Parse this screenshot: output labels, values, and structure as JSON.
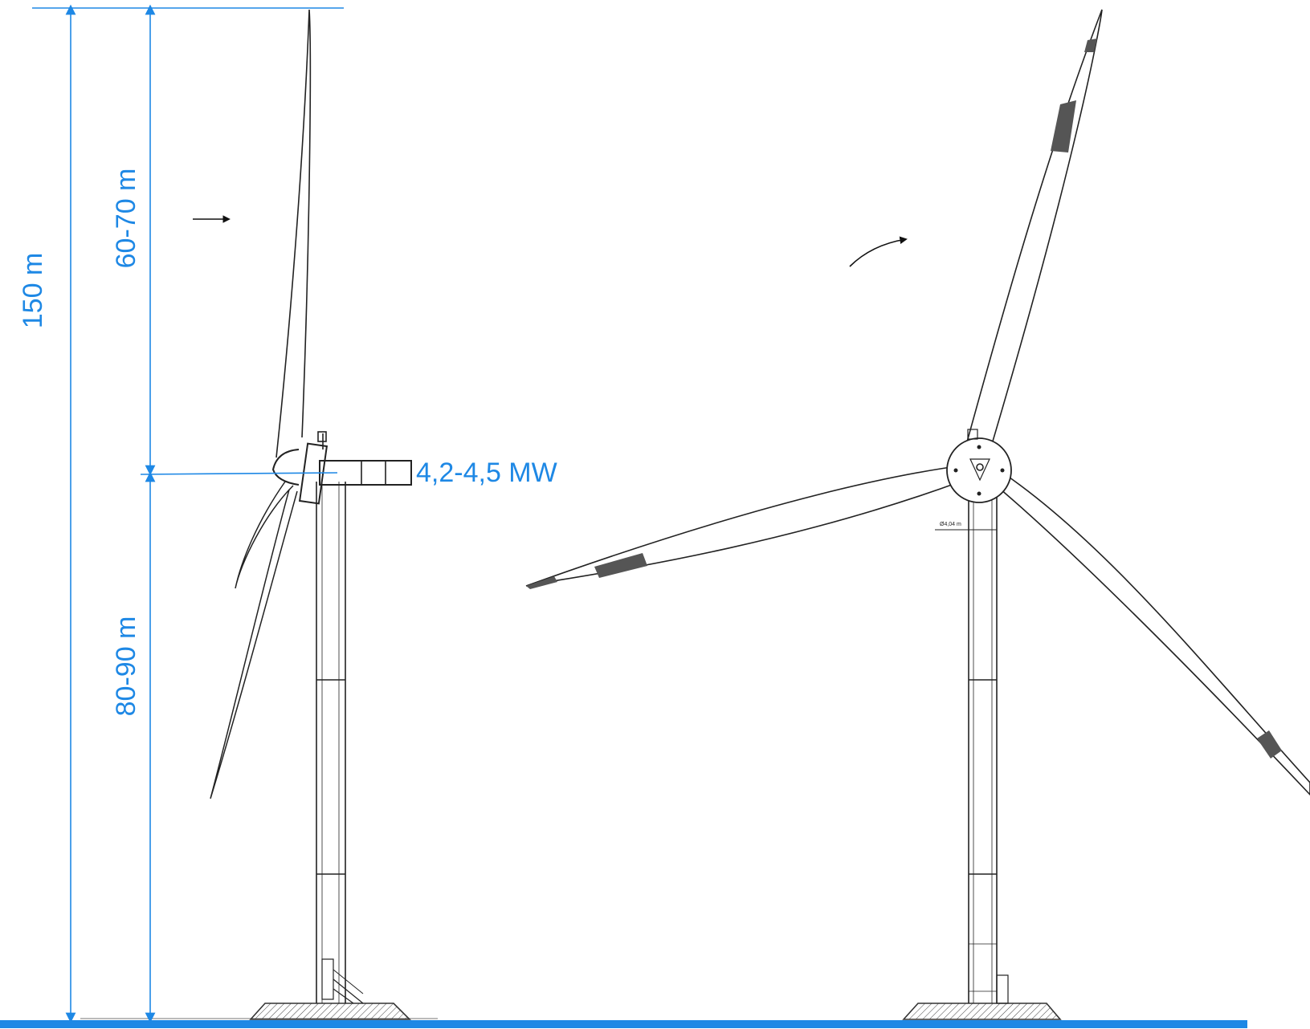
{
  "dimensions": {
    "total_height": "150 m",
    "rotor_radius": "60-70 m",
    "hub_height": "80-90 m",
    "power_rating": "4,2-4,5 MW",
    "tower_diameter": "Ø4,04 m"
  },
  "colors": {
    "dimension": "#1e88e5",
    "ground": "#1e88e5",
    "line": "#222222",
    "blade_mark": "#555555"
  },
  "icons": {
    "wind_direction": "straight-arrow-icon",
    "rotation_direction": "curved-arrow-icon"
  }
}
